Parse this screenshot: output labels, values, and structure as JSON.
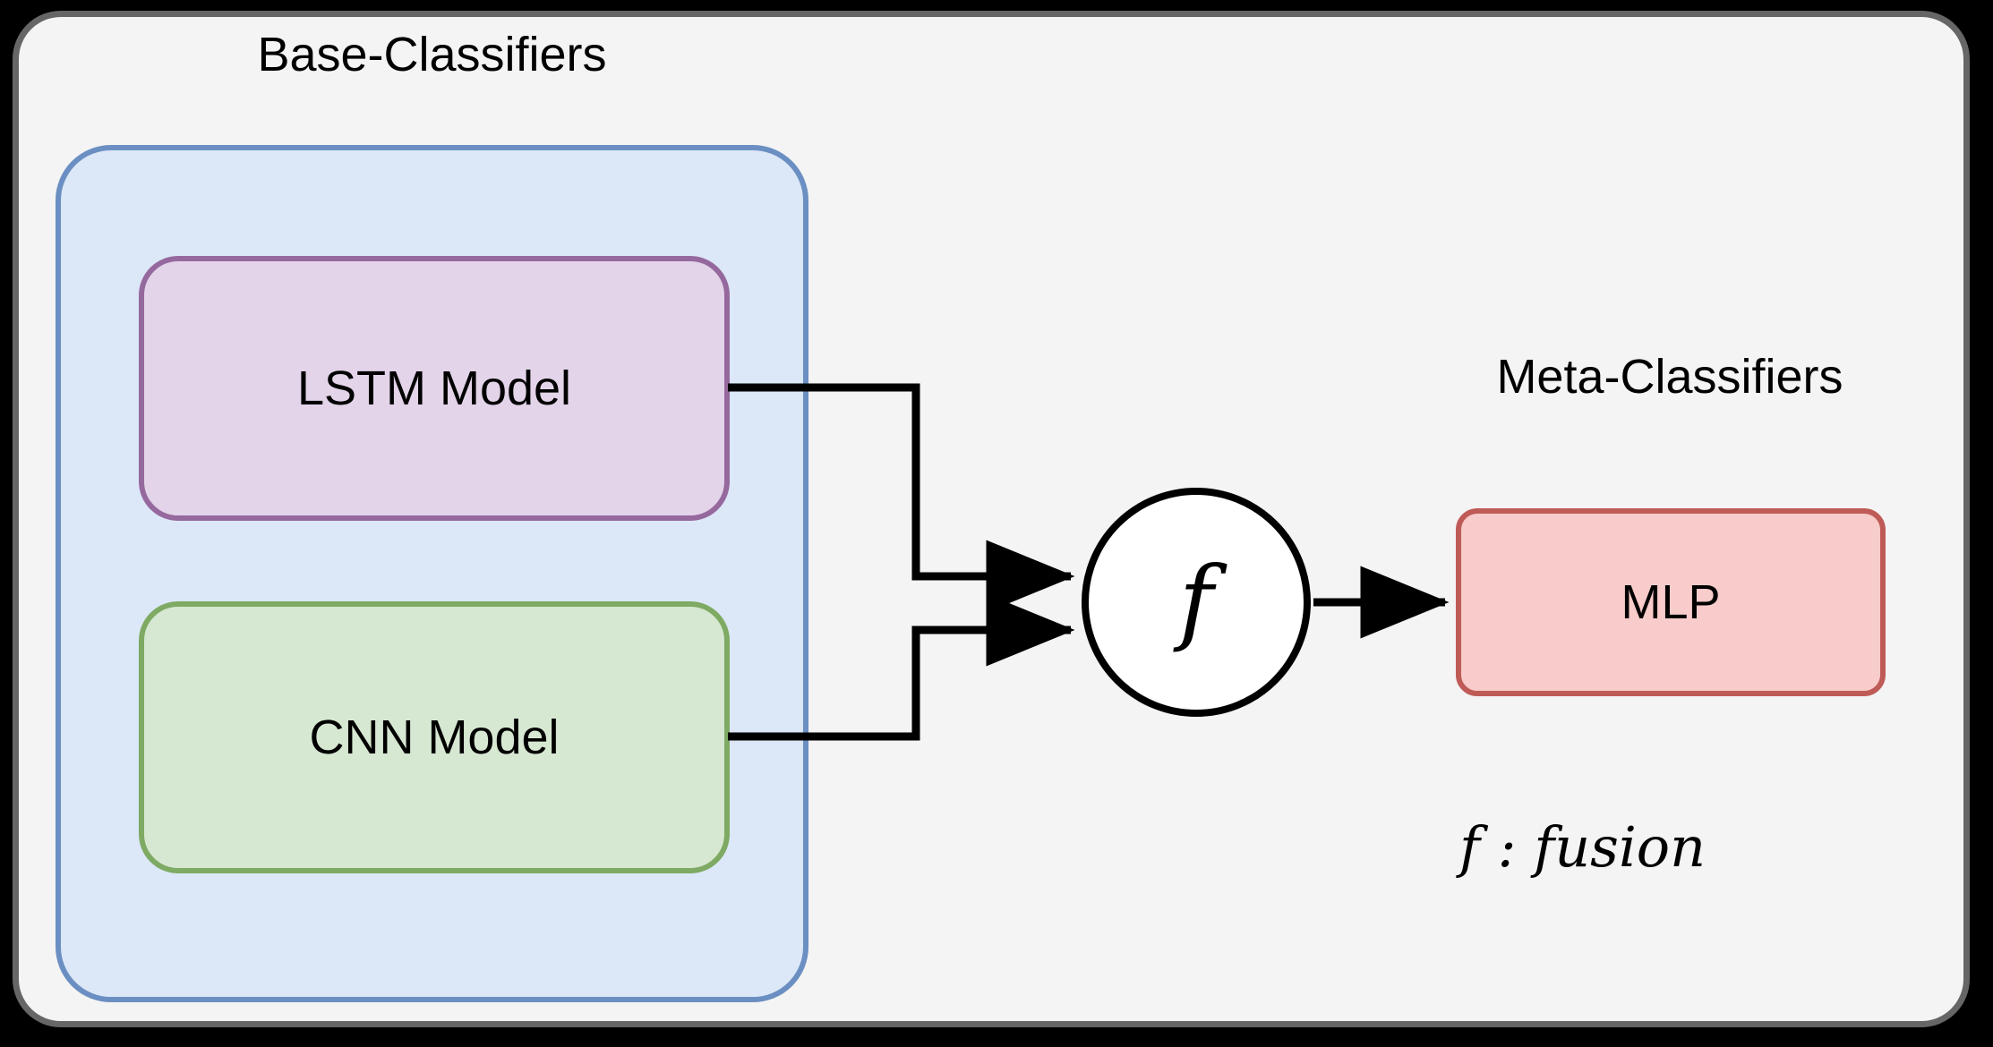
{
  "diagram": {
    "title_visible": false,
    "background_color": "#000000",
    "panel": {
      "name": "outer-panel",
      "fill": "#f4f4f4",
      "stroke": "#666666"
    },
    "groups": [
      {
        "id": "base-classifiers",
        "label": "Base-Classifiers",
        "fill": "#dce8f8",
        "stroke": "#6b8fc2"
      },
      {
        "id": "meta-classifiers",
        "label": "Meta-Classifiers",
        "fill": "#f4f4f4",
        "stroke": "none"
      }
    ],
    "nodes": [
      {
        "id": "lstm-model",
        "label": "LSTM Model",
        "fill": "#e3d4e9",
        "stroke": "#96699e"
      },
      {
        "id": "cnn-model",
        "label": "CNN Model",
        "fill": "#d7e8d2",
        "stroke": "#7eaa63"
      },
      {
        "id": "fusion-node",
        "label": "f",
        "fill": "#ffffff",
        "stroke": "#000000"
      },
      {
        "id": "mlp-model",
        "label": "MLP",
        "fill": "#f7ccca",
        "stroke": "#bf5b57"
      }
    ],
    "edges": [
      {
        "id": "lstm-to-fusion",
        "from": "lstm-model",
        "to": "fusion-node",
        "arrow": true
      },
      {
        "id": "cnn-to-fusion",
        "from": "cnn-model",
        "to": "fusion-node",
        "arrow": true
      },
      {
        "id": "fusion-to-mlp",
        "from": "fusion-node",
        "to": "mlp-model",
        "arrow": true
      }
    ],
    "legend": {
      "text": "f : fusion",
      "symbol": "f",
      "meaning": "fusion"
    }
  }
}
